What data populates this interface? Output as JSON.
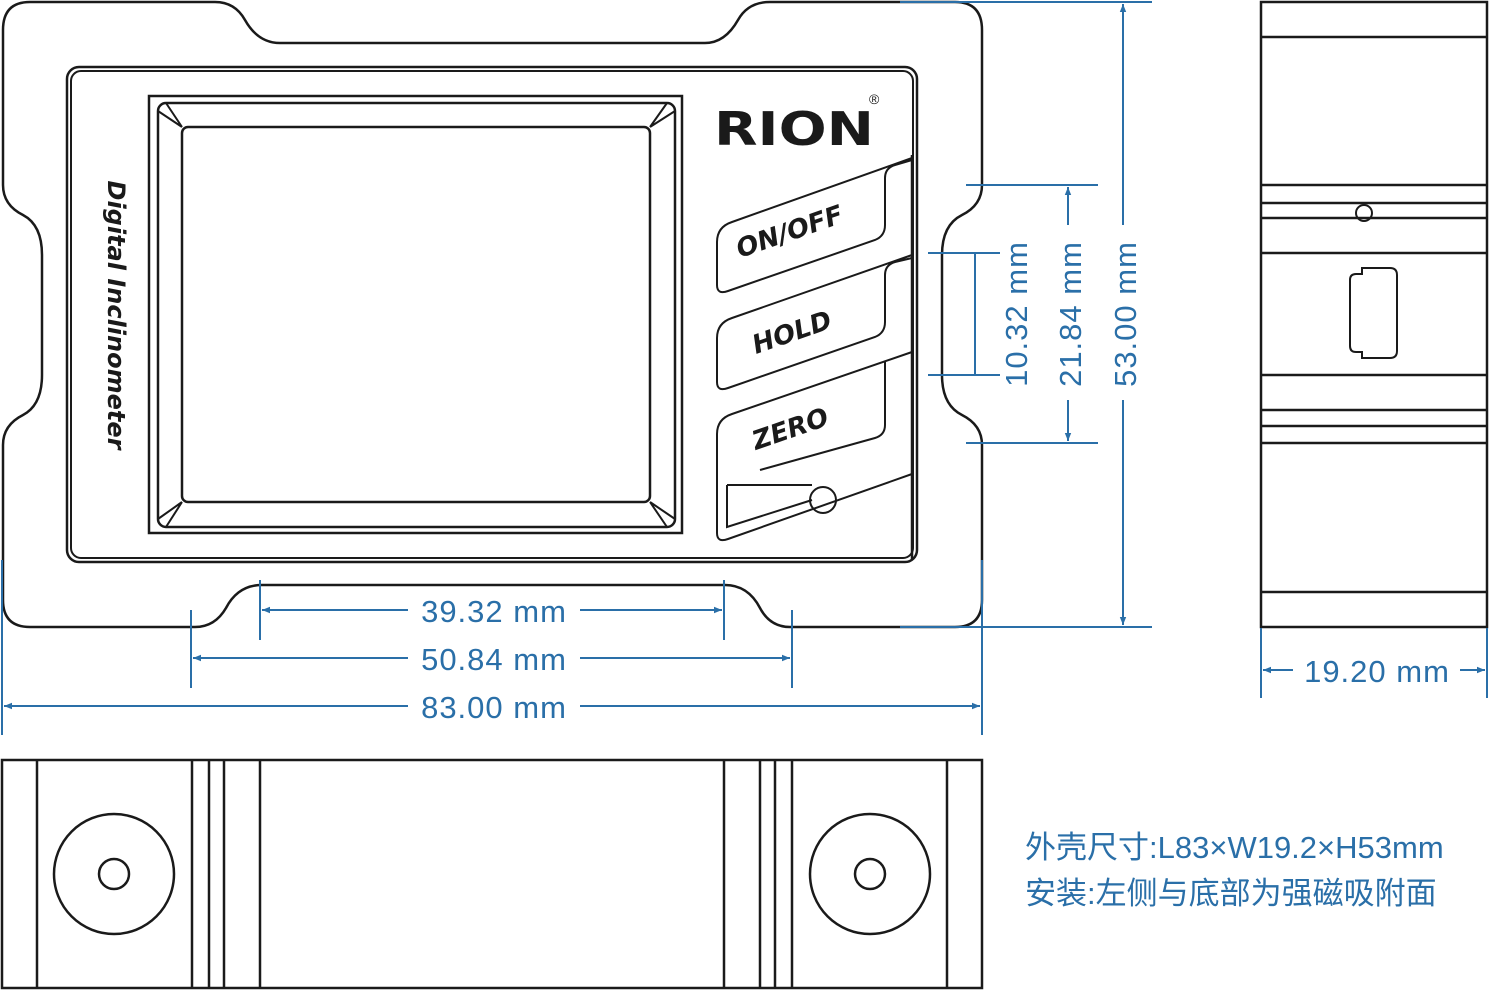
{
  "device": {
    "brand": "RION",
    "registered_mark": "®",
    "side_label": "Digital Inclinometer",
    "buttons": [
      "ON/OFF",
      "HOLD",
      "ZERO"
    ]
  },
  "dimensions": {
    "display_width": "39.32 mm",
    "panel_width": "50.84 mm",
    "total_length": "83.00 mm",
    "button_pitch": "10.32 mm",
    "button_span": "21.84 mm",
    "total_height": "53.00 mm",
    "thickness": "19.20 mm"
  },
  "notes": {
    "size": "外壳尺寸:L83×W19.2×H53mm",
    "mounting": "安装:左侧与底部为强磁吸附面"
  },
  "colors": {
    "dimension": "#2a6fa8",
    "outline": "#1a1a1a"
  }
}
